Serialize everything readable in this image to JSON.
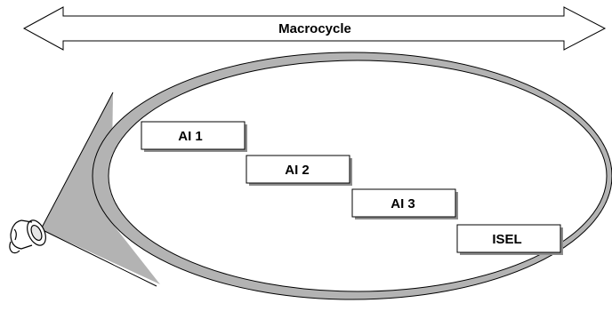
{
  "macrocycle": {
    "label": "Macrocycle"
  },
  "blocks": [
    {
      "label": "AI 1"
    },
    {
      "label": "AI 2"
    },
    {
      "label": "AI 3"
    },
    {
      "label": "ISEL"
    }
  ],
  "colors": {
    "outline": "#000000",
    "cone_fill": "#b3b3b3",
    "ellipse_fill": "#ffffff",
    "shadow": "#8c8c8c"
  },
  "icons": {
    "camera": "camera-icon"
  }
}
